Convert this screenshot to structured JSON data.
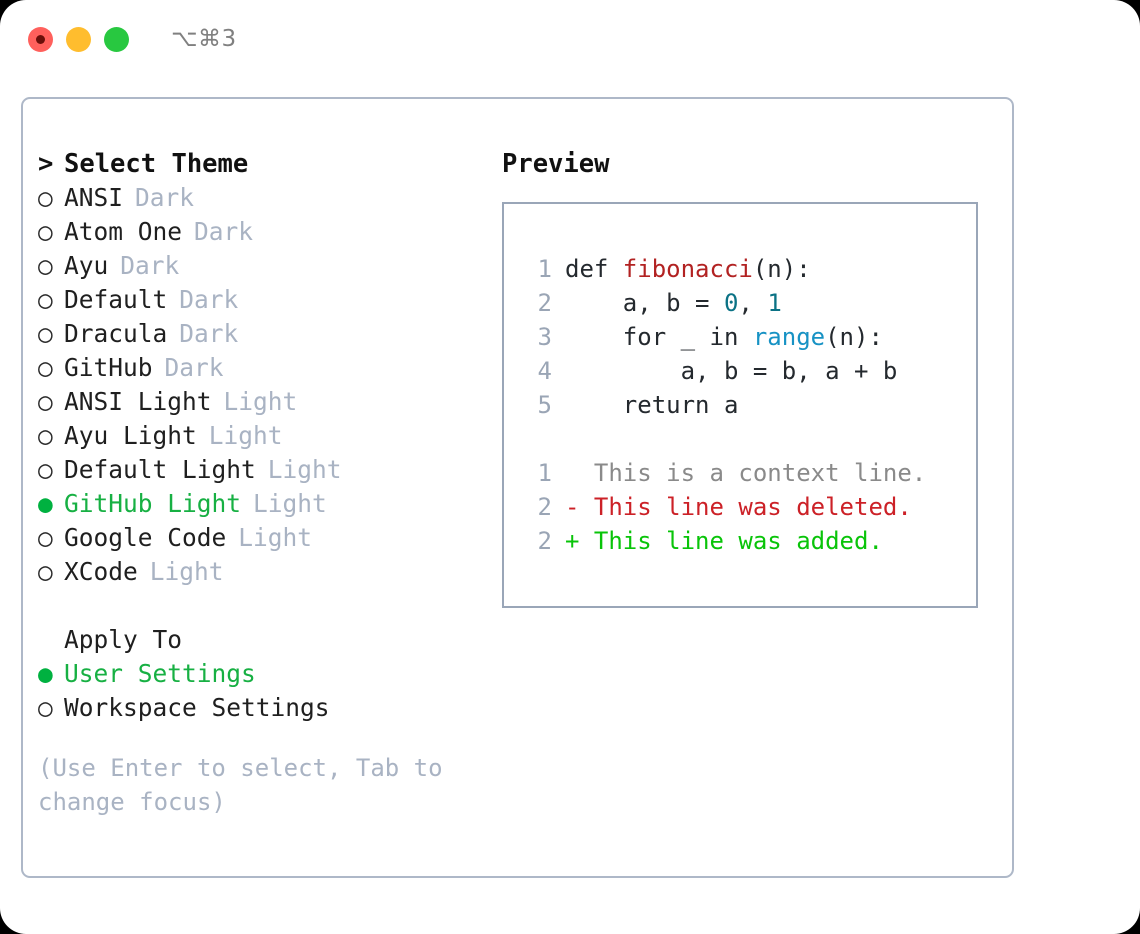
{
  "window": {
    "shortcut": "⌥⌘3",
    "traffic_lights": [
      {
        "name": "close",
        "color": "#ff605c"
      },
      {
        "name": "minimize",
        "color": "#ffbd2e"
      },
      {
        "name": "maximize",
        "color": "#28c840"
      }
    ]
  },
  "theme_panel": {
    "header": {
      "marker": ">",
      "label": "Select Theme"
    },
    "items": [
      {
        "marker": "○",
        "label": "ANSI",
        "tag": "Dark",
        "selected": false
      },
      {
        "marker": "○",
        "label": "Atom One",
        "tag": "Dark",
        "selected": false
      },
      {
        "marker": "○",
        "label": "Ayu",
        "tag": "Dark",
        "selected": false
      },
      {
        "marker": "○",
        "label": "Default",
        "tag": "Dark",
        "selected": false
      },
      {
        "marker": "○",
        "label": "Dracula",
        "tag": "Dark",
        "selected": false
      },
      {
        "marker": "○",
        "label": "GitHub",
        "tag": "Dark",
        "selected": false
      },
      {
        "marker": "○",
        "label": "ANSI Light",
        "tag": "Light",
        "selected": false
      },
      {
        "marker": "○",
        "label": "Ayu Light",
        "tag": "Light",
        "selected": false
      },
      {
        "marker": "○",
        "label": "Default Light",
        "tag": "Light",
        "selected": false
      },
      {
        "marker": "●",
        "label": "GitHub Light",
        "tag": "Light",
        "selected": true
      },
      {
        "marker": "○",
        "label": "Google Code",
        "tag": "Light",
        "selected": false
      },
      {
        "marker": "○",
        "label": "XCode",
        "tag": "Light",
        "selected": false
      }
    ]
  },
  "apply_to": {
    "title": "Apply To",
    "options": [
      {
        "marker": "●",
        "label": "User Settings",
        "selected": true
      },
      {
        "marker": "○",
        "label": "Workspace Settings",
        "selected": false
      }
    ]
  },
  "hint": "(Use Enter to select, Tab to change focus)",
  "preview": {
    "title": "Preview",
    "code_lines": [
      {
        "no": "1",
        "parts": [
          {
            "t": "def ",
            "k": "plain"
          },
          {
            "t": "fibonacci",
            "k": "fn"
          },
          {
            "t": "(n):",
            "k": "plain"
          }
        ]
      },
      {
        "no": "2",
        "parts": [
          {
            "t": "    a, b = ",
            "k": "plain"
          },
          {
            "t": "0",
            "k": "num"
          },
          {
            "t": ", ",
            "k": "plain"
          },
          {
            "t": "1",
            "k": "num"
          }
        ]
      },
      {
        "no": "3",
        "parts": [
          {
            "t": "    for _ in ",
            "k": "plain"
          },
          {
            "t": "range",
            "k": "call"
          },
          {
            "t": "(n):",
            "k": "plain"
          }
        ]
      },
      {
        "no": "4",
        "parts": [
          {
            "t": "        a, b = b, a + b",
            "k": "plain"
          }
        ]
      },
      {
        "no": "5",
        "parts": [
          {
            "t": "    return a",
            "k": "plain"
          }
        ]
      }
    ],
    "diff_lines": [
      {
        "no": "1",
        "sign": " ",
        "text": "This is a context line.",
        "kind": "context"
      },
      {
        "no": "2",
        "sign": "-",
        "text": "This line was deleted.",
        "kind": "deleted"
      },
      {
        "no": "2",
        "sign": "+",
        "text": "This line was added.",
        "kind": "added"
      }
    ]
  },
  "colors": {
    "accent_green": "#17b043",
    "muted": "#a9b3c3",
    "border": "#aeb8c8",
    "diff_add": "#09c409",
    "diff_del": "#cc2127",
    "token_fn": "#b22222",
    "token_num": "#0b7285",
    "token_call": "#1792c4"
  }
}
